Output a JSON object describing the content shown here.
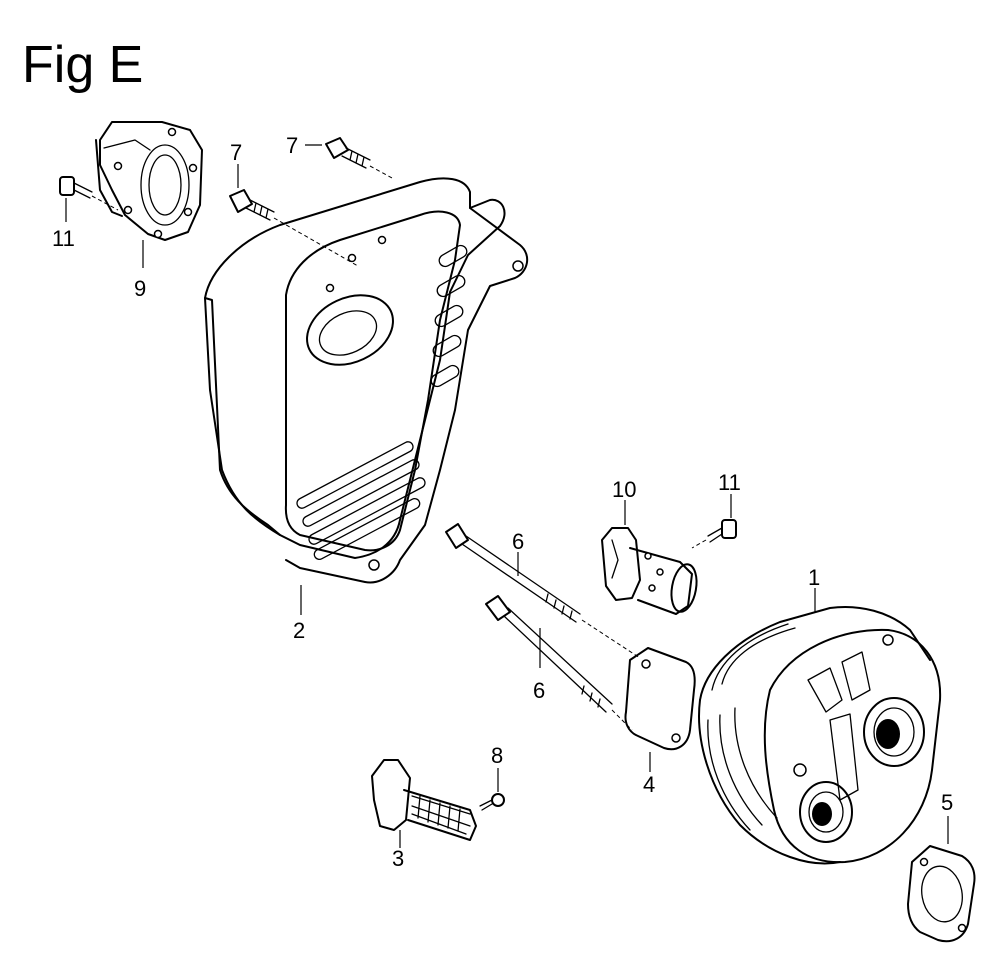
{
  "figure": {
    "title": "Fig E"
  },
  "callouts": {
    "c1": "1",
    "c2": "2",
    "c3": "3",
    "c4": "4",
    "c5": "5",
    "c6a": "6",
    "c6b": "6",
    "c7a": "7",
    "c7b": "7",
    "c8": "8",
    "c9": "9",
    "c10": "10",
    "c11a": "11",
    "c11b": "11"
  }
}
